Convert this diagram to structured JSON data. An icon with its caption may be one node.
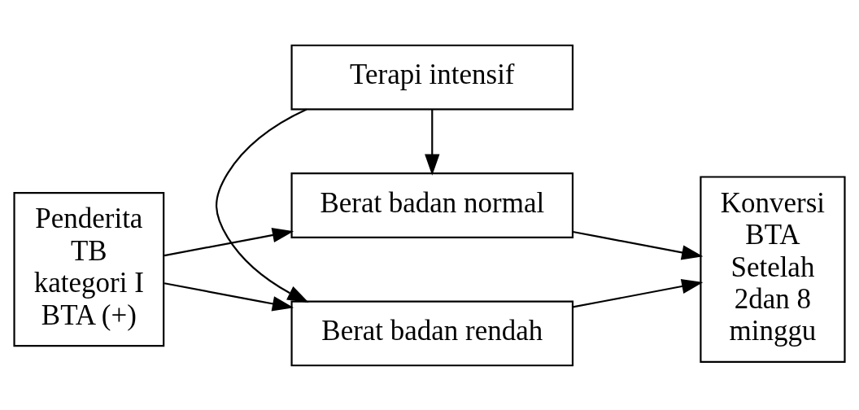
{
  "diagram": {
    "nodes": [
      {
        "text": [
          "Penderita TB kategori I BTA (+)"
        ]
      },
      {
        "text": [
          "Berat badan rendah"
        ]
      },
      {
        "text": [
          "Terapi intensif"
        ]
      },
      {
        "text": [
          "Berat badan normal"
        ]
      },
      {
        "text": [
          "Konversi BTA Setelah 2dan 8 minggu"
        ]
      }
    ],
    "edges": [
      {
        "from": 0,
        "to": 1,
        "arrow": "to"
      },
      {
        "from": 0,
        "to": 3,
        "arrow": "to"
      },
      {
        "from": 2,
        "to": 1,
        "arrow": "to"
      },
      {
        "from": 2,
        "to": 3,
        "arrow": "to"
      },
      {
        "from": 1,
        "to": 4,
        "arrow": "to"
      },
      {
        "from": 3,
        "to": 4,
        "arrow": "to"
      }
    ]
  }
}
